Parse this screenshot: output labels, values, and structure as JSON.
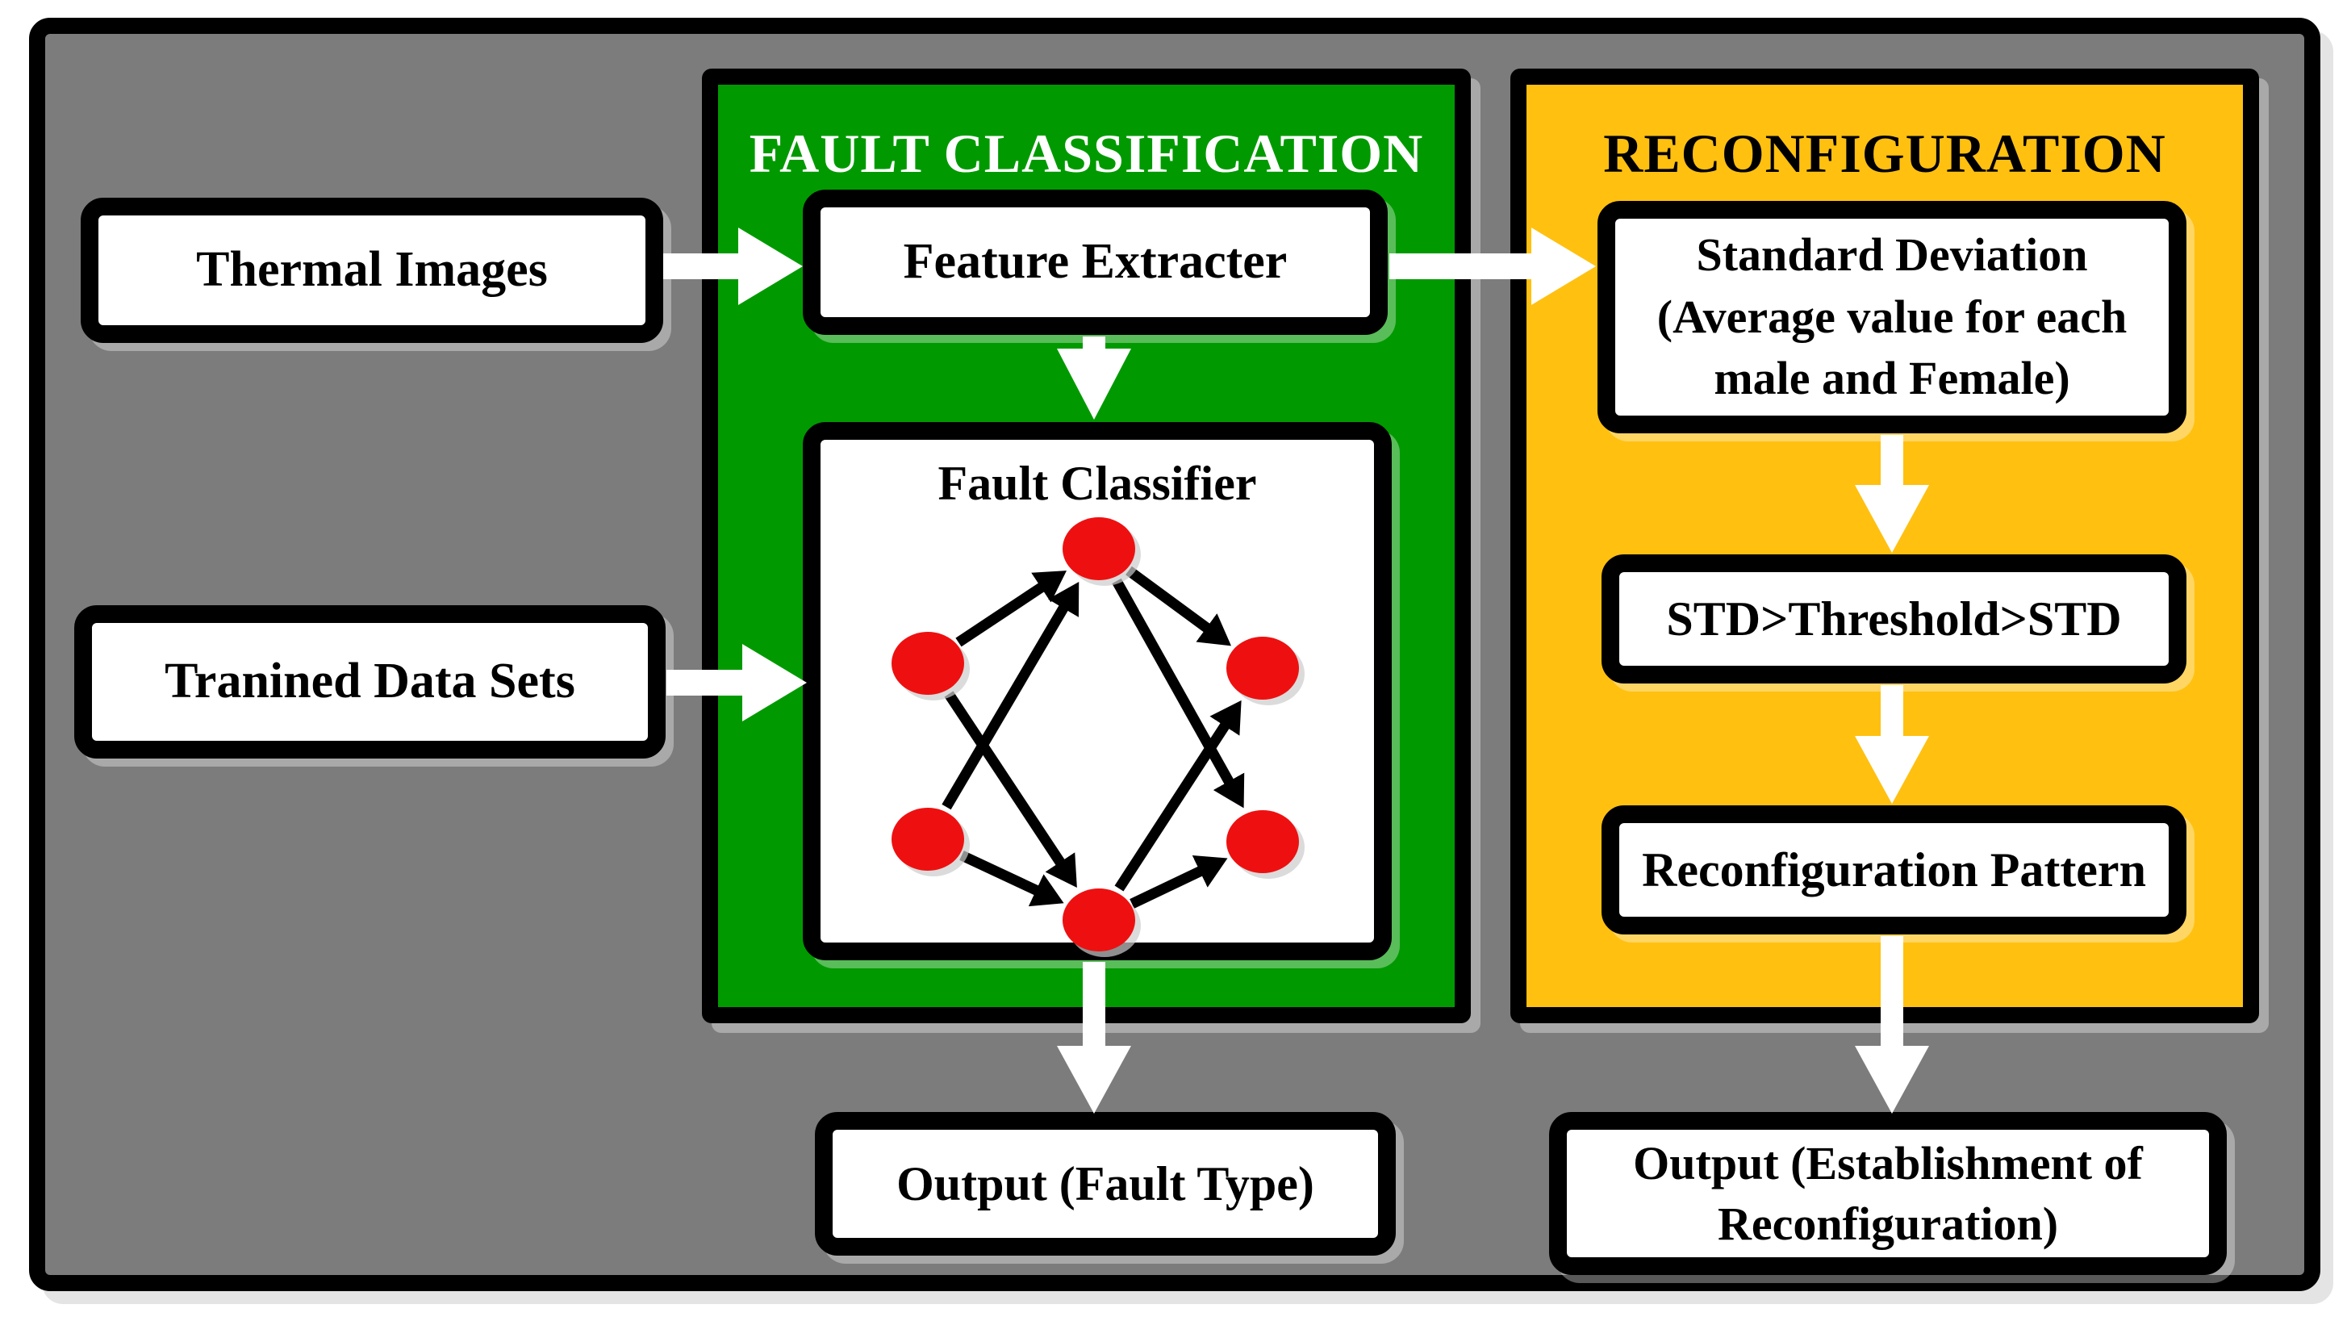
{
  "colors": {
    "green": "#009A00",
    "orange": "#FFC010",
    "background_gray": "#7C7C7C",
    "node_red": "#EE1010",
    "box_white": "#FFFFFF",
    "border_black": "#000000"
  },
  "inputs": {
    "thermal": "Thermal Images",
    "trained": "Tranined Data Sets"
  },
  "fault_panel": {
    "title": "FAULT CLASSIFICATION",
    "feature_box": "Feature Extracter",
    "classifier_box": "Fault Classifier"
  },
  "reconfig_panel": {
    "title": "RECONFIGURATION",
    "std_box": "Standard Deviation\n(Average value for each\nmale and Female)",
    "threshold_box": "STD>Threshold>STD",
    "pattern_box": "Reconfiguration Pattern"
  },
  "outputs": {
    "fault_type": "Output (Fault Type)",
    "reconfiguration": "Output (Establishment of\nReconfiguration)"
  }
}
